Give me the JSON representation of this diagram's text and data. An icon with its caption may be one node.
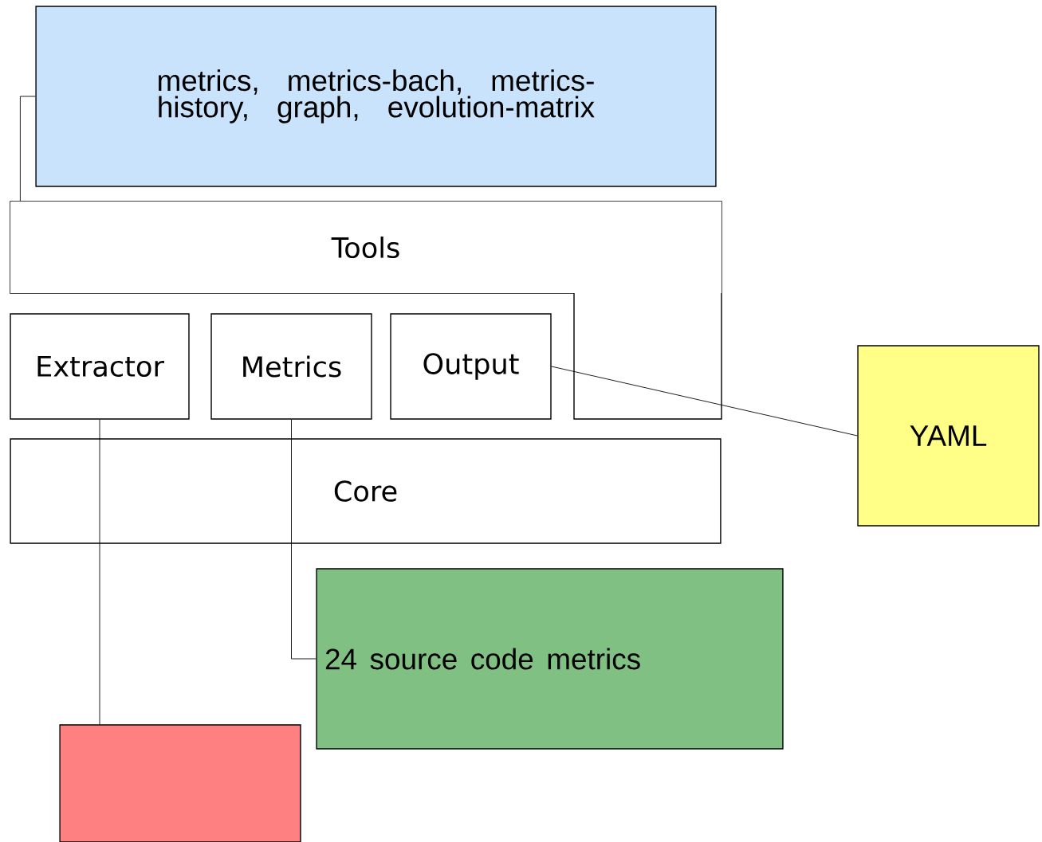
{
  "diagram": {
    "nodes": [
      {
        "text": [
          "metrics, metrics-bach, metrics-history, graph, evolution-matrix"
        ]
      },
      {
        "text": [
          "Tools"
        ]
      },
      {
        "text": [
          "Extractor"
        ],
        "in": 1
      },
      {
        "text": [
          "Metrics"
        ],
        "in": 1
      },
      {
        "text": [
          "Output"
        ],
        "in": 1
      },
      {
        "text": [
          "Core"
        ]
      },
      {
        "text": [
          "YAML"
        ]
      },
      {
        "text": [
          "24 source code metrics"
        ]
      },
      {
        "text": [],
        "shape": "box"
      }
    ],
    "edges": [
      {
        "from": 0,
        "to": 1,
        "arrow": "none"
      },
      {
        "from": 4,
        "to": 6,
        "arrow": "none"
      },
      {
        "from": 3,
        "to": 7,
        "arrow": "none"
      },
      {
        "from": 2,
        "to": 8,
        "arrow": "none"
      }
    ]
  }
}
